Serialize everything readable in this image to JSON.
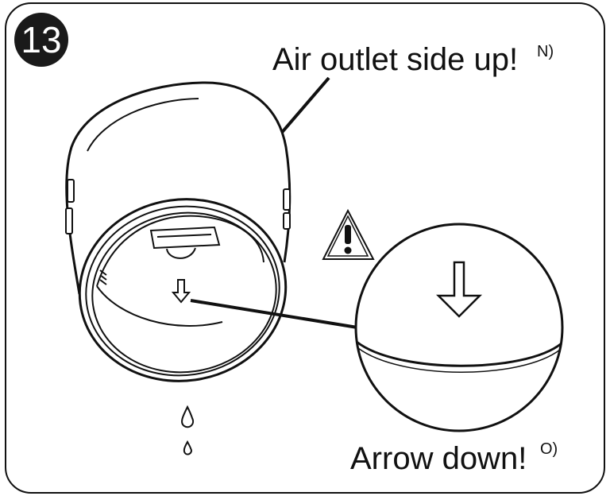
{
  "step": {
    "number": "13"
  },
  "callouts": {
    "air_outlet": {
      "text": "Air outlet side up!",
      "note": "N)"
    },
    "arrow": {
      "text": "Arrow down!",
      "note": "O)"
    }
  },
  "warning": {
    "icon": "warning-triangle-icon",
    "glyph": "!"
  },
  "colors": {
    "line": "#111111",
    "background": "#ffffff",
    "badge": "#1a1a1a"
  }
}
